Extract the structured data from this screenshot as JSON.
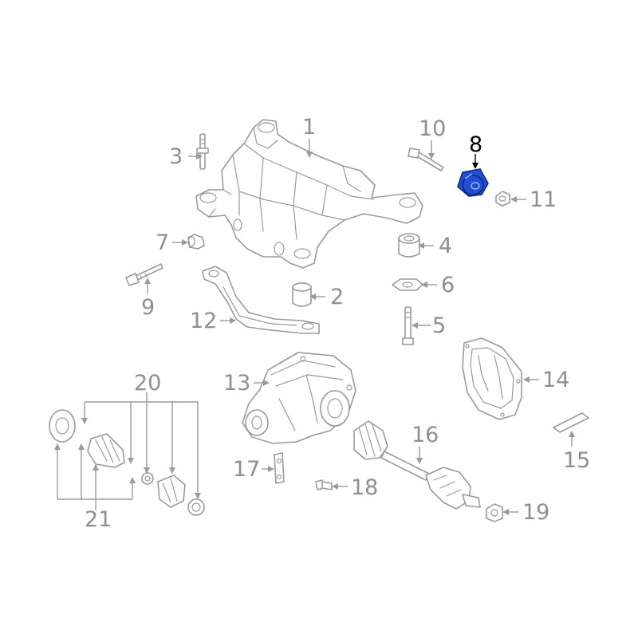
{
  "diagram": {
    "highlighted_part": "8",
    "highlight_color": "#1e4fd6",
    "line_color": "#9a9a9a",
    "callouts": {
      "c1": "1",
      "c2": "2",
      "c3": "3",
      "c4": "4",
      "c5": "5",
      "c6": "6",
      "c7": "7",
      "c8": "8",
      "c9": "9",
      "c10": "10",
      "c11": "11",
      "c12": "12",
      "c13": "13",
      "c14": "14",
      "c15": "15",
      "c16": "16",
      "c17": "17",
      "c18": "18",
      "c19": "19",
      "c20": "20",
      "c21": "21"
    }
  }
}
